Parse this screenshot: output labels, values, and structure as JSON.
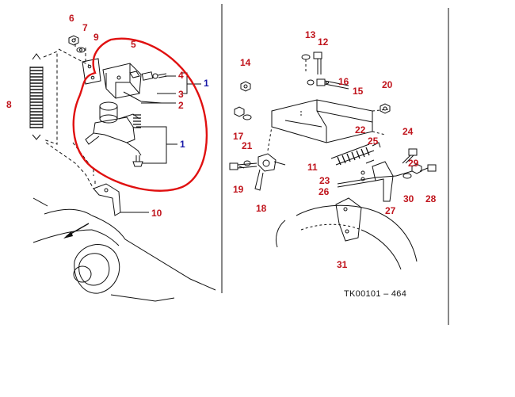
{
  "callouts": {
    "c1": "1",
    "c2": "2",
    "c3": "3",
    "c4": "4",
    "c5": "5",
    "c6": "6",
    "c7": "7",
    "c8": "8",
    "c9": "9",
    "c10": "10",
    "c11": "11",
    "c12": "12",
    "c13": "13",
    "c14": "14",
    "c15": "15",
    "c16": "16",
    "c17": "17",
    "c18": "18",
    "c19": "19",
    "c20": "20",
    "c21": "21",
    "c22": "22",
    "c23": "23",
    "c24": "24",
    "c25": "25",
    "c26": "26",
    "c27": "27",
    "c28": "28",
    "c29": "29",
    "c30": "30",
    "c31": "31"
  },
  "drawing_code": "TK00101  –  464",
  "colors": {
    "callout_red": "#c0141c",
    "callout_blue": "#1a1aa8",
    "highlight_circle": "#e01010",
    "line_art": "#111111"
  },
  "icons": {
    "direction_arrow": "arrow-icon",
    "highlight": "hand-drawn-circle"
  }
}
